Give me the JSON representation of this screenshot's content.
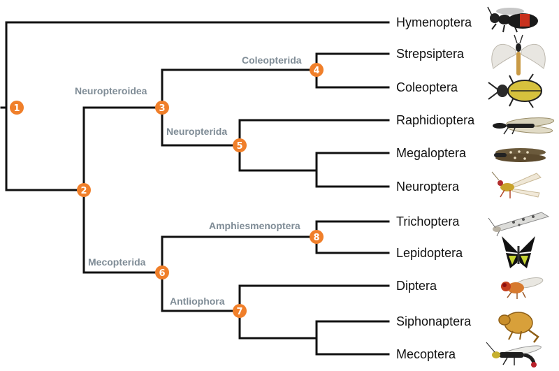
{
  "colors": {
    "branch": "#111111",
    "node_fill": "#f07f2a",
    "node_text": "#ffffff",
    "clade_label": "#7f8c96",
    "taxon_label": "#111111"
  },
  "taxa": [
    {
      "name": "Hymenoptera",
      "icon": "wasp-icon"
    },
    {
      "name": "Strepsiptera",
      "icon": "twisted-wing-insect-icon"
    },
    {
      "name": "Coleoptera",
      "icon": "beetle-icon"
    },
    {
      "name": "Raphidioptera",
      "icon": "snakefly-icon"
    },
    {
      "name": "Megaloptera",
      "icon": "dobsonfly-icon"
    },
    {
      "name": "Neuroptera",
      "icon": "lacewing-icon"
    },
    {
      "name": "Trichoptera",
      "icon": "caddisfly-icon"
    },
    {
      "name": "Lepidoptera",
      "icon": "butterfly-icon"
    },
    {
      "name": "Diptera",
      "icon": "fly-icon"
    },
    {
      "name": "Siphonaptera",
      "icon": "flea-icon"
    },
    {
      "name": "Mecoptera",
      "icon": "scorpionfly-icon"
    }
  ],
  "nodes": [
    {
      "id": "1",
      "clade": ""
    },
    {
      "id": "2",
      "clade": ""
    },
    {
      "id": "3",
      "clade": "Neuropteroidea"
    },
    {
      "id": "4",
      "clade": "Coleopterida"
    },
    {
      "id": "5",
      "clade": "Neuropterida"
    },
    {
      "id": "6",
      "clade": "Mecopterida"
    },
    {
      "id": "7",
      "clade": "Antliophora"
    },
    {
      "id": "8",
      "clade": "Amphiesmenoptera"
    }
  ]
}
